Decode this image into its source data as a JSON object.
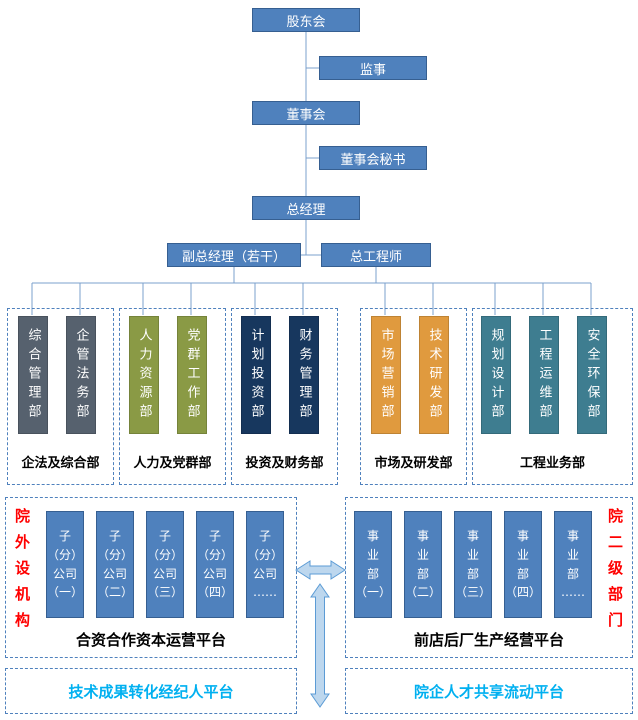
{
  "hierarchy": {
    "shareholders": "股东会",
    "supervisor": "监事",
    "board": "董事会",
    "board_secretary": "董事会秘书",
    "general_manager": "总经理",
    "deputy_gm": "副总经理（若干）",
    "chief_engineer": "总工程师"
  },
  "dept_groups": [
    {
      "label": "企法及综合部",
      "color": "#56616e",
      "depts": [
        "综合管理部",
        "企管法务部"
      ]
    },
    {
      "label": "人力及党群部",
      "color": "#8a9a45",
      "depts": [
        "人力资源部",
        "党群工作部"
      ]
    },
    {
      "label": "投资及财务部",
      "color": "#17375e",
      "depts": [
        "计划投资部",
        "财务管理部"
      ]
    },
    {
      "label": "市场及研发部",
      "color": "#e09a3e",
      "depts": [
        "市场营销部",
        "技术研发部"
      ]
    },
    {
      "label": "工程业务部",
      "color": "#3e7d90",
      "depts": [
        "规划设计部",
        "工程运维部",
        "安全环保部"
      ]
    }
  ],
  "subsidiaries_panel": {
    "side_label": "院外设机构",
    "units": [
      "子\n（分）\n公司\n（一）",
      "子\n（分）\n公司\n（二）",
      "子\n（分）\n公司\n（三）",
      "子\n（分）\n公司\n（四）",
      "子\n（分）\n公司\n……"
    ],
    "platform_label": "合资合作资本运营平台"
  },
  "divisions_panel": {
    "side_label": "院二级部门",
    "units": [
      "事\n业\n部\n（一）",
      "事\n业\n部\n（二）",
      "事\n业\n部\n（三）",
      "事\n业\n部\n（四）",
      "事\n业\n部\n……"
    ],
    "platform_label": "前店后厂生产经营平台"
  },
  "platform_bars": {
    "left": "技术成果转化经纪人平台",
    "right": "院企人才共享流动平台"
  },
  "colors": {
    "node_blue": "#4f81bd",
    "connector_line": "#7ba0cc",
    "dashed_border": "#4f81bd",
    "red_side_label": "#ff0000",
    "cyan_bar_label": "#00b0f0",
    "arrow_fill": "#bdd7ee",
    "arrow_stroke": "#5b9bd5"
  }
}
